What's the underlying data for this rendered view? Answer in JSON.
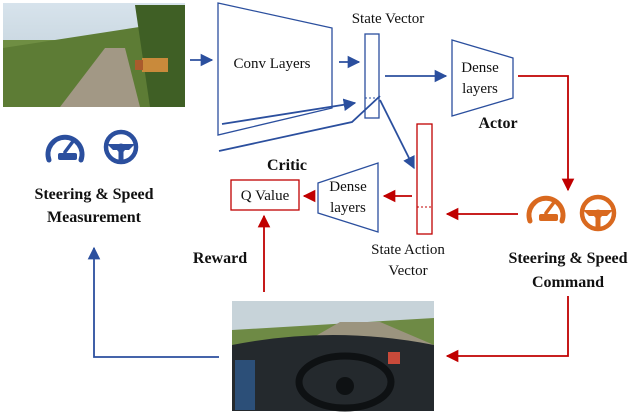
{
  "labels": {
    "conv_layers": "Conv Layers",
    "state_vector": "State Vector",
    "dense_actor_line1": "Dense",
    "dense_actor_line2": "layers",
    "actor": "Actor",
    "critic": "Critic",
    "q_value": "Q Value",
    "dense_critic_line1": "Dense",
    "dense_critic_line2": "layers",
    "state_action_line1": "State Action",
    "state_action_line2": "Vector",
    "measurement_line1": "Steering & Speed",
    "measurement_line2": "Measurement",
    "command_line1": "Steering & Speed",
    "command_line2": "Command",
    "reward": "Reward"
  },
  "icons": {
    "measurement": [
      "speedometer-icon",
      "steering-wheel-icon"
    ],
    "command": [
      "speedometer-icon",
      "steering-wheel-icon"
    ]
  },
  "colors": {
    "blue": "#2b4f9e",
    "red": "#c00000",
    "orange": "#d9691f"
  }
}
